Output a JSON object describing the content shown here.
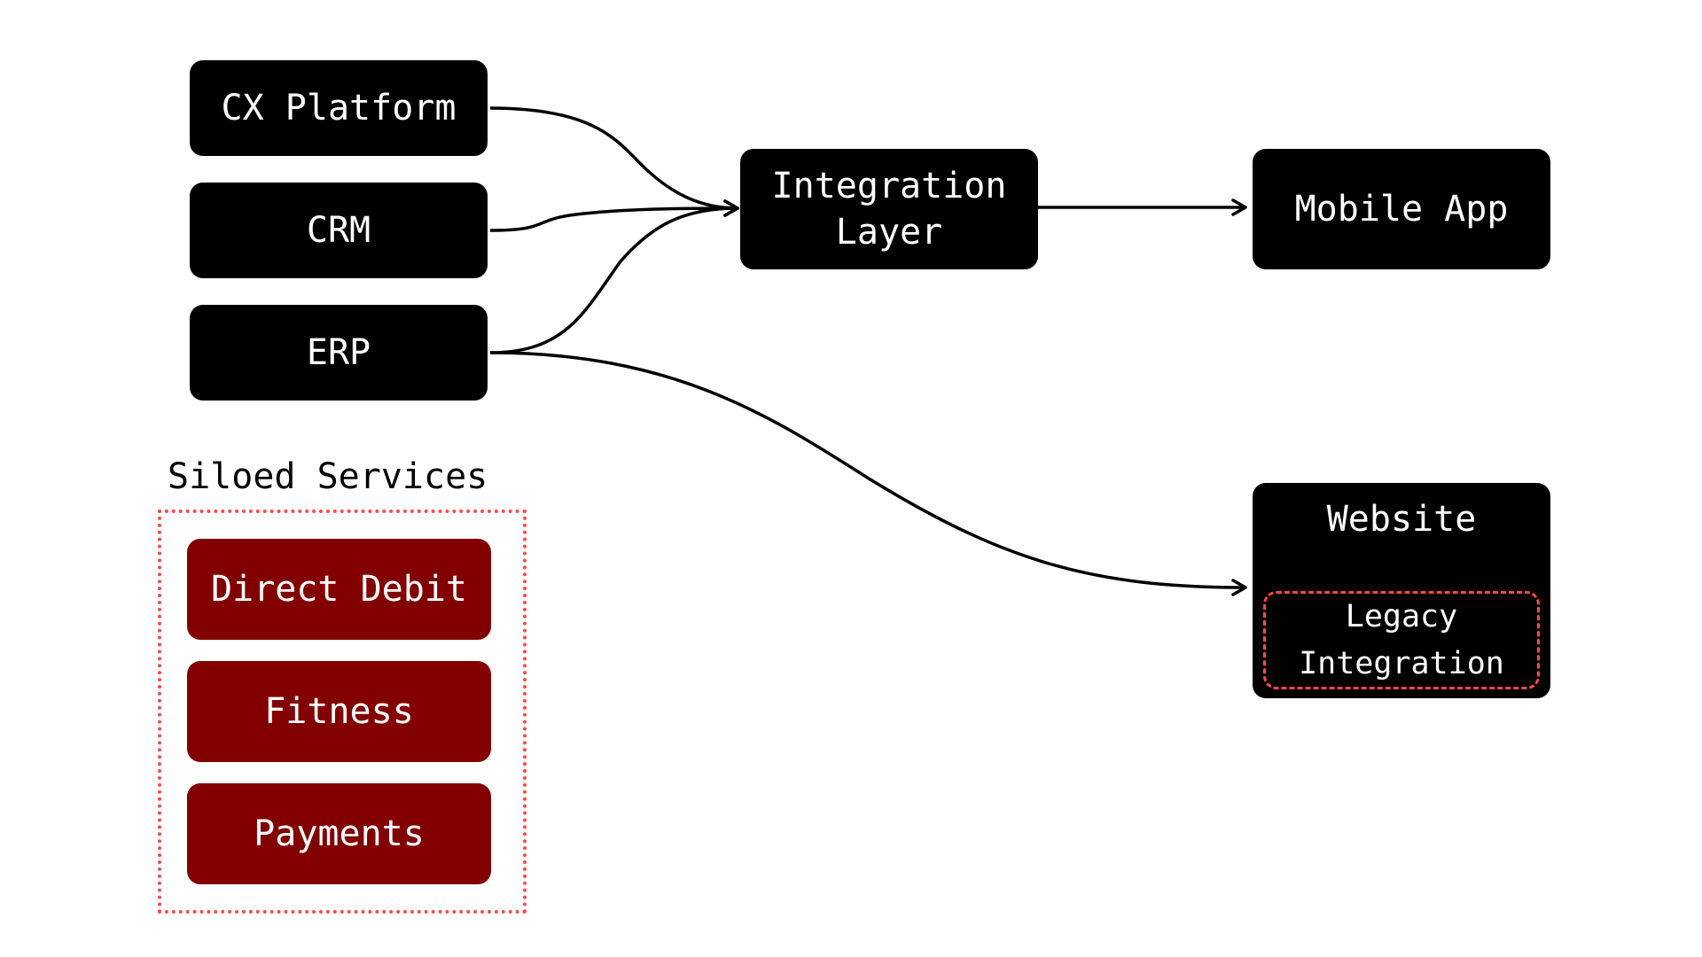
{
  "diagram": {
    "nodes": {
      "cx_platform": "CX Platform",
      "crm": "CRM",
      "erp": "ERP",
      "integration_layer": "Integration\nLayer",
      "mobile_app": "Mobile App",
      "website": "Website",
      "legacy_integration": "Legacy\nIntegration"
    },
    "siloed_group": {
      "title": "Siloed Services",
      "items": [
        "Direct Debit",
        "Fitness",
        "Payments"
      ]
    },
    "edges": [
      {
        "from": "CX Platform",
        "to": "Integration Layer"
      },
      {
        "from": "CRM",
        "to": "Integration Layer"
      },
      {
        "from": "ERP",
        "to": "Integration Layer"
      },
      {
        "from": "Integration Layer",
        "to": "Mobile App"
      },
      {
        "from": "ERP",
        "to": "Website"
      }
    ],
    "colors": {
      "node": "#000000",
      "siloed_node": "#820000",
      "dashed_border": "#ff4a4a",
      "edge": "#000000"
    }
  }
}
